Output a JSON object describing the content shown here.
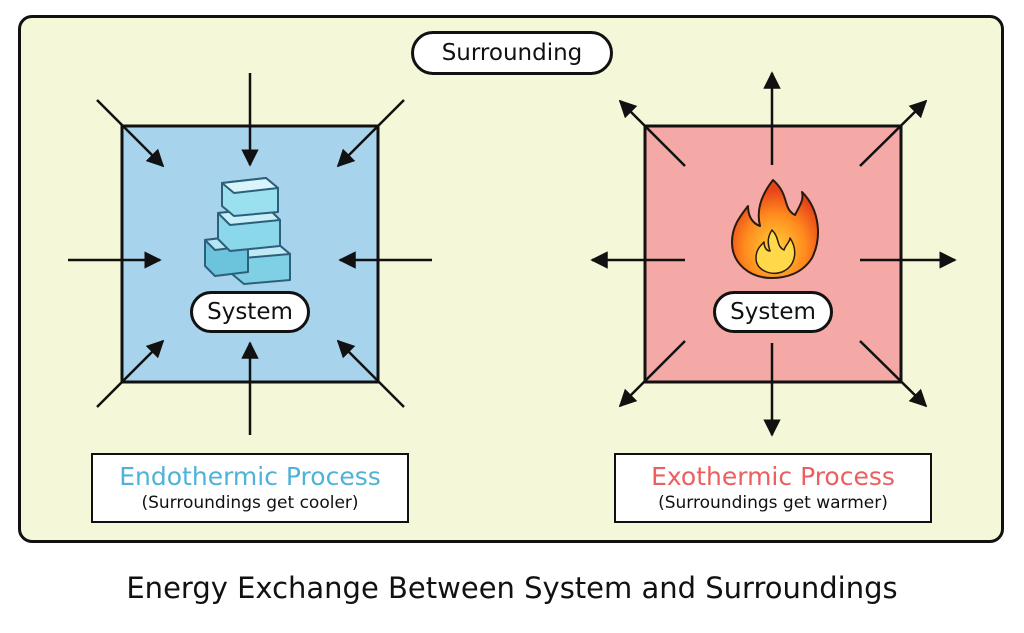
{
  "surrounding_label": "Surrounding",
  "left": {
    "system_label": "System",
    "process_title": "Endothermic Process",
    "process_note": "(Surroundings get cooler)",
    "box_color": "#a7d4ec",
    "title_color": "#4fb2d8",
    "icon": "ice-cubes-icon",
    "arrow_direction": "inward"
  },
  "right": {
    "system_label": "System",
    "process_title": "Exothermic Process",
    "process_note": "(Surroundings get warmer)",
    "box_color": "#f5a9a6",
    "title_color": "#ec5f5f",
    "icon": "fire-icon",
    "arrow_direction": "outward"
  },
  "caption": "Energy Exchange Between System and Surroundings",
  "colors": {
    "background": "#f4f7d8",
    "outline": "#111111"
  }
}
